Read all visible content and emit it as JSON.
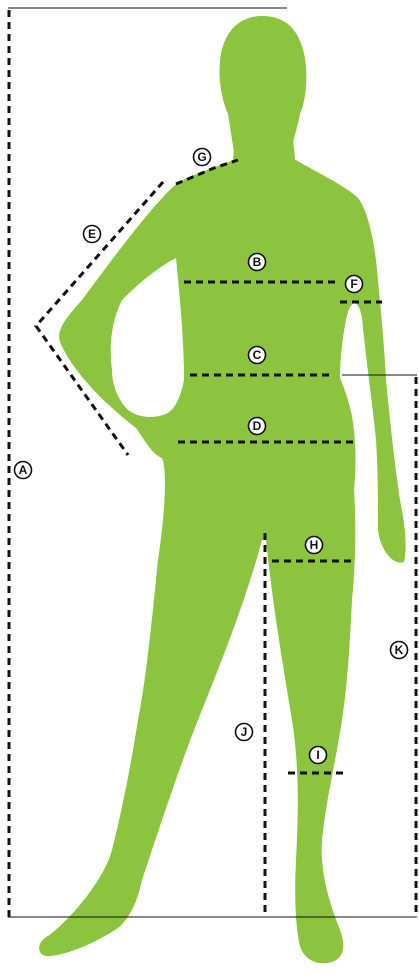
{
  "colors": {
    "figure": "#8cc43f",
    "lines": "#111111",
    "background": "#ffffff"
  },
  "figure": {
    "icon": "female-body-silhouette"
  },
  "markers": {
    "a": "A",
    "b": "B",
    "c": "C",
    "d": "D",
    "e": "E",
    "f": "F",
    "g": "G",
    "h": "H",
    "i": "I",
    "j": "J",
    "k": "K"
  }
}
